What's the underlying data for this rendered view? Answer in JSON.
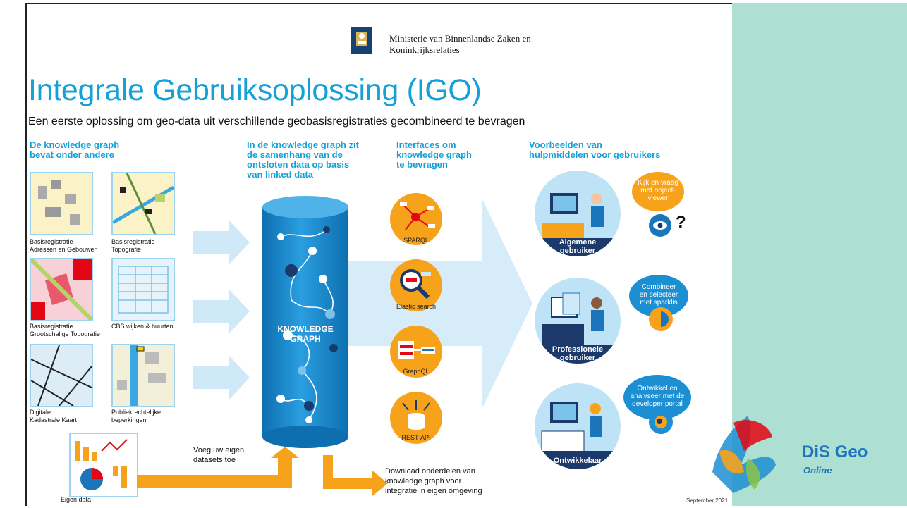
{
  "header": {
    "ministry_line1": "Ministerie van Binnenlandse Zaken en",
    "ministry_line2": "Koninkrijksrelaties",
    "title": "Integrale Gebruiksoplossing (IGO)",
    "subtitle": "Een eerste oplossing om geo-data uit verschillende geobasisregistraties gecombineerd te bevragen"
  },
  "columns": {
    "col1_line1": "De knowledge graph",
    "col1_line2": "bevat onder andere",
    "col2_line1": "In de knowledge graph zit",
    "col2_line2": "de samenhang van de",
    "col2_line3": "ontsloten data op basis",
    "col2_line4": "van linked data",
    "col3_line1": "Interfaces om",
    "col3_line2": "knowledge graph",
    "col3_line3": "te bevragen",
    "col4_line1": "Voorbeelden van",
    "col4_line2": "hulpmiddelen voor gebruikers"
  },
  "datasets": [
    {
      "line1": "Basisregistratie",
      "line2": "Adressen en Gebouwen"
    },
    {
      "line1": "Basisregistratie",
      "line2": "Topografie"
    },
    {
      "line1": "Basisregistratie",
      "line2": "Grootschalige Topografie"
    },
    {
      "line1": "CBS wijken & buurten",
      "line2": ""
    },
    {
      "line1": "Digitale",
      "line2": "Kadastrale Kaart"
    },
    {
      "line1": "Publiekrechtelijke",
      "line2": "beperkingen"
    }
  ],
  "eigen_data": "Eigen data",
  "knowledge_graph": {
    "line1": "KNOWLEDGE",
    "line2": "GRAPH"
  },
  "interfaces": [
    "SPARQL",
    "Elastic search",
    "GraphQL",
    "REST-API"
  ],
  "users": [
    {
      "line1": "Algemene",
      "line2": "gebruiker",
      "bubble": [
        "Kijk en vraag",
        "met object-",
        "viewer"
      ]
    },
    {
      "line1": "Professionele",
      "line2": "gebruiker",
      "bubble": [
        "Combineer",
        "en selecteer",
        "met sparklis"
      ]
    },
    {
      "line1": "Ontwikkelaar",
      "line2": "",
      "bubble": [
        "Ontwikkel en",
        "analyseer met de",
        "developer portal"
      ]
    }
  ],
  "question_mark": "?",
  "notes": {
    "own_line1": "Voeg uw eigen",
    "own_line2": "datasets toe",
    "dl_line1": "Download onderdelen van",
    "dl_line2": "knowledge graph voor",
    "dl_line3": "integratie in eigen omgeving"
  },
  "date": "September 2021",
  "brand": {
    "name": "DiS Geo",
    "sub": "Online"
  },
  "colors": {
    "blue": "#15a0d8",
    "orange": "#f7a21b",
    "mint": "#addfd2",
    "navy": "#1b3a6b"
  }
}
